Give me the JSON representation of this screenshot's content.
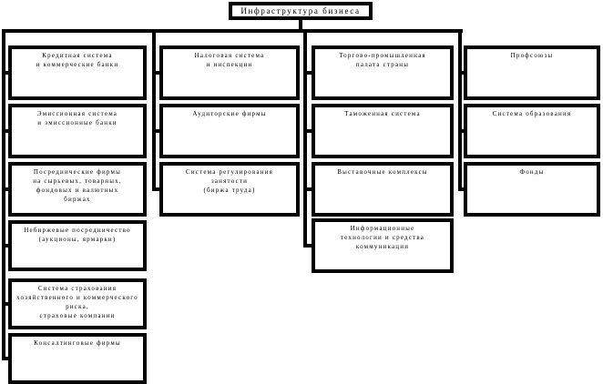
{
  "title": "Инфраструктура бизнеса",
  "columns": [
    {
      "boxes": [
        {
          "label": "Кредитная система\nи коммерческие банки"
        },
        {
          "label": "Эмиссионная система\nи эмиссионные банки"
        },
        {
          "label": "Посреднические фирмы\nна сырьевых, товарных,\nфондовых и валютных\nбиржах"
        },
        {
          "label": "Небиржевые посредничество\n(аукционы, ярмарки)"
        },
        {
          "label": "Система страхования\nхозяйственного и коммерческого\nриска,\nстраховые компании"
        },
        {
          "label": "Консалтинговые фирмы"
        }
      ]
    },
    {
      "boxes": [
        {
          "label": "Налоговая система\nи инспекции"
        },
        {
          "label": "Аудиторские фирмы"
        },
        {
          "label": "Система регулирования\nзанятости\n(биржа труда)"
        }
      ]
    },
    {
      "boxes": [
        {
          "label": "Торгово-промышленная\nпалата страны"
        },
        {
          "label": "Таможенная система"
        },
        {
          "label": "Выставочные комплексы"
        },
        {
          "label": "Информационные\nтехнологии и средства\nкоммуникации"
        }
      ]
    },
    {
      "boxes": [
        {
          "label": "Профсоюзы"
        },
        {
          "label": "Система образования"
        },
        {
          "label": "Фонды"
        }
      ]
    }
  ]
}
